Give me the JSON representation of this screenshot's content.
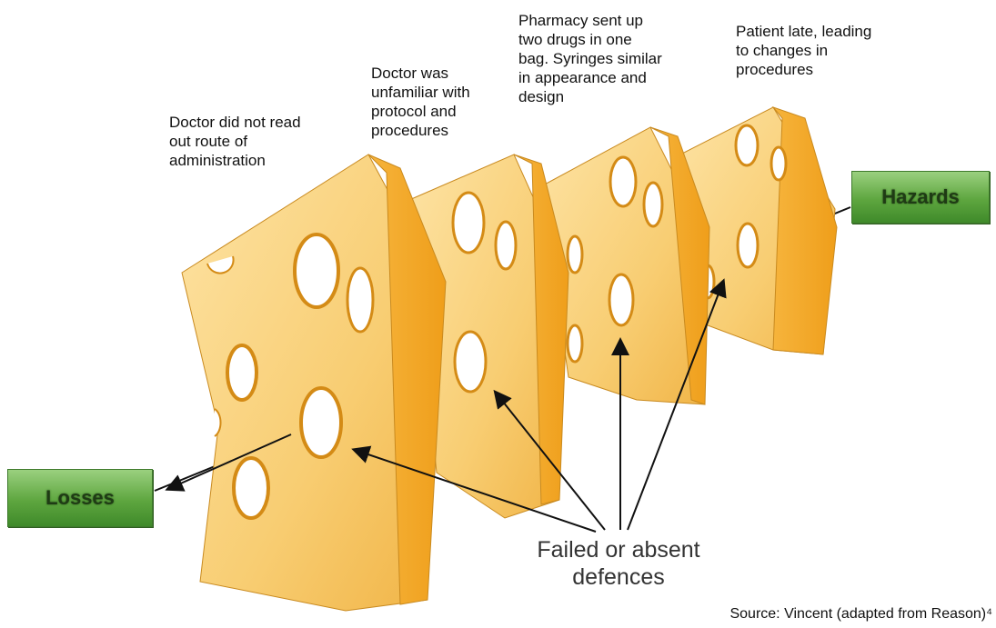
{
  "captions": {
    "layer1": "Doctor did not read\nout route of\nadministration",
    "layer2": "Doctor was\nunfamiliar with\nprotocol and\nprocedures",
    "layer3": "Pharmacy sent up\ntwo drugs in one\nbag. Syringes similar\nin appearance and\ndesign",
    "layer4": "Patient late, leading\nto changes in\nprocedures"
  },
  "labels": {
    "hazards": "Hazards",
    "losses": "Losses",
    "failed_defences": "Failed or absent\ndefences",
    "source": "Source: Vincent (adapted from Reason)⁴"
  },
  "colors": {
    "cheese_face": "#f7c96b",
    "cheese_side": "#f0a62a",
    "hole_inner": "#e89c1f",
    "box_green": "#5ea63f"
  }
}
